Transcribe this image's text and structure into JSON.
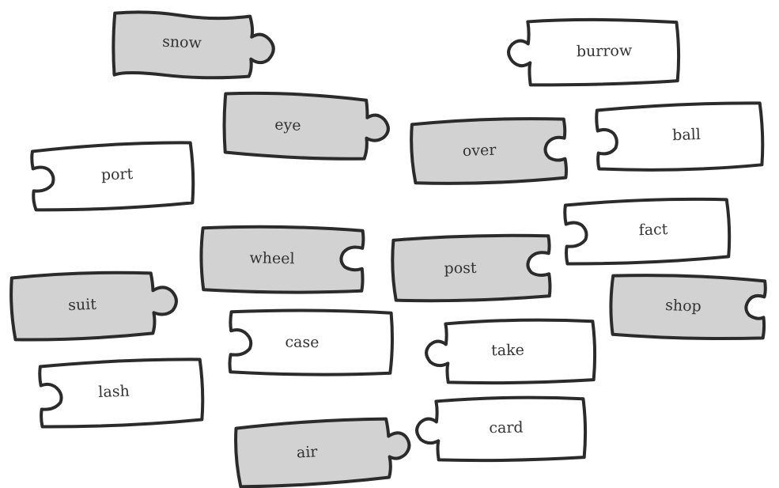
{
  "pieces": [
    {
      "word": "snow",
      "shade": "grey"
    },
    {
      "word": "burrow",
      "shade": "white"
    },
    {
      "word": "eye",
      "shade": "grey"
    },
    {
      "word": "over",
      "shade": "grey"
    },
    {
      "word": "ball",
      "shade": "white"
    },
    {
      "word": "port",
      "shade": "white"
    },
    {
      "word": "wheel",
      "shade": "grey"
    },
    {
      "word": "post",
      "shade": "grey"
    },
    {
      "word": "fact",
      "shade": "white"
    },
    {
      "word": "suit",
      "shade": "grey"
    },
    {
      "word": "case",
      "shade": "white"
    },
    {
      "word": "take",
      "shade": "white"
    },
    {
      "word": "shop",
      "shade": "grey"
    },
    {
      "word": "lash",
      "shade": "white"
    },
    {
      "word": "card",
      "shade": "white"
    },
    {
      "word": "air",
      "shade": "grey"
    }
  ]
}
